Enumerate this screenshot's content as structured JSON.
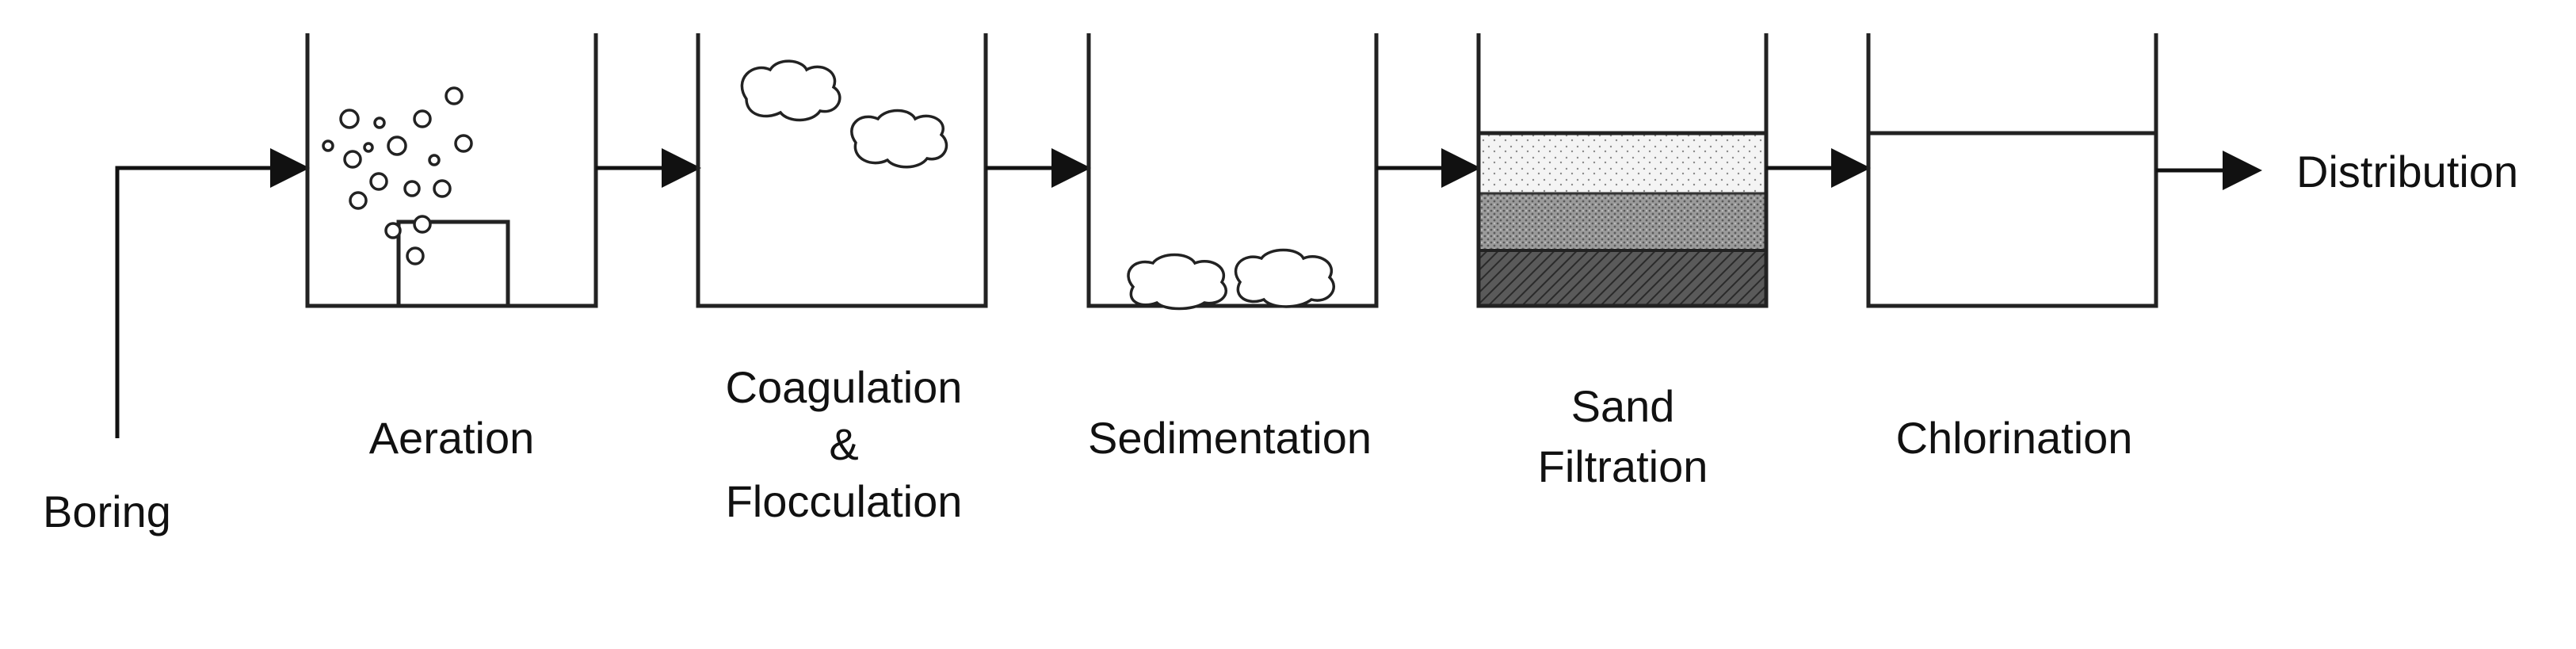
{
  "diagram": {
    "source_label": "Boring",
    "destination_label": "Distribution",
    "stages": [
      {
        "id": "aeration",
        "lines": [
          "Aeration"
        ]
      },
      {
        "id": "coagulation",
        "lines": [
          "Coagulation",
          "&",
          "Flocculation"
        ]
      },
      {
        "id": "sedimentation",
        "lines": [
          "Sedimentation"
        ]
      },
      {
        "id": "sand-filtration",
        "lines": [
          "Sand",
          "Filtration"
        ]
      },
      {
        "id": "chlorination",
        "lines": [
          "Chlorination"
        ]
      }
    ],
    "colors": {
      "line": "#222222",
      "text": "#111111",
      "background": "#ffffff"
    }
  }
}
